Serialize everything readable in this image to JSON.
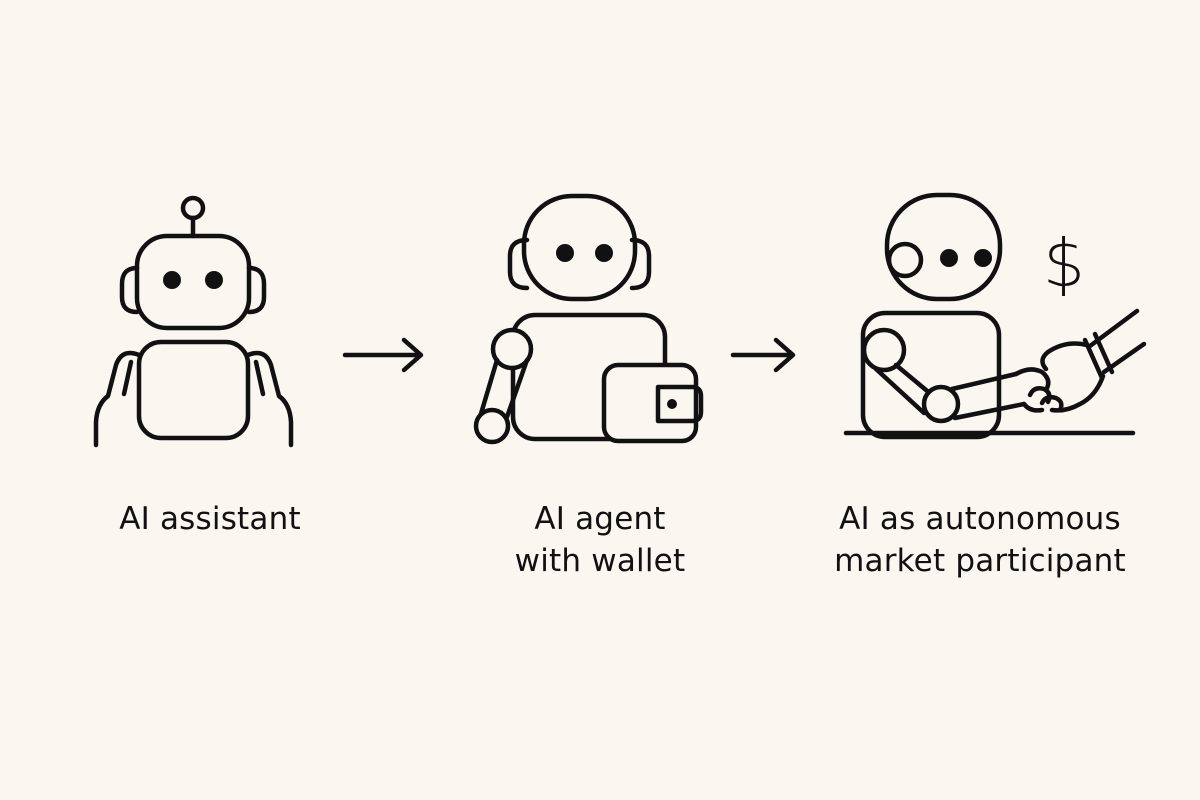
{
  "stages": [
    {
      "label_lines": [
        "AI assistant"
      ]
    },
    {
      "label_lines": [
        "AI agent",
        "with wallet"
      ]
    },
    {
      "label_lines": [
        "AI as autonomous",
        "market participant"
      ]
    }
  ],
  "symbols": {
    "currency": "$"
  },
  "icons": {
    "stage_1": "robot-icon",
    "stage_2": [
      "robot-icon",
      "wallet-icon"
    ],
    "stage_3": [
      "robot-icon",
      "handshake-icon",
      "dollar-icon"
    ],
    "connectors": "arrow-right-icon"
  },
  "colors": {
    "background": "#faf7f0",
    "ink": "#111111"
  }
}
